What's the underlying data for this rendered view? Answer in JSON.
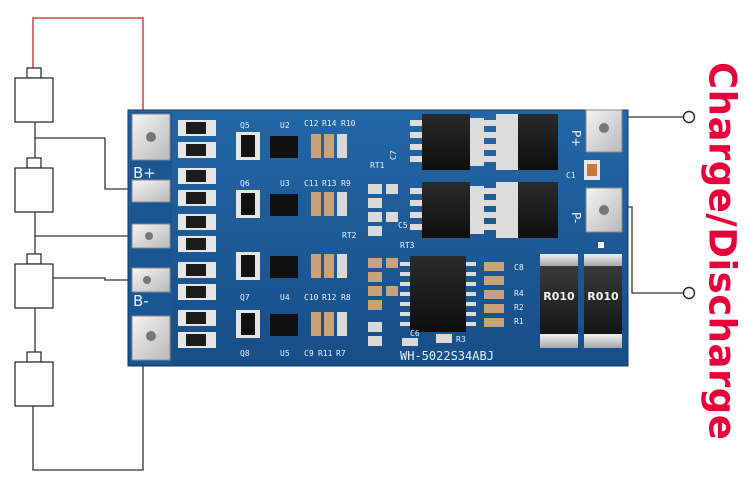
{
  "labels": {
    "side_title": "Charge/Discharge",
    "b_plus": "B+",
    "b_minus": "B-",
    "p_plus": "P+",
    "p_minus": "P-",
    "board_model": "WH-5022S34ABJ",
    "resistor_code_1": "R010",
    "resistor_code_2": "R010"
  },
  "silkscreen": {
    "q5": "Q5",
    "u2": "U2",
    "c12": "C12",
    "r14": "R14",
    "r10": "R10",
    "q6": "Q6",
    "u3": "U3",
    "c11": "C11",
    "r13": "R13",
    "r9": "R9",
    "q7": "Q7",
    "u4": "U4",
    "c10": "C10",
    "r12": "R12",
    "r8": "R8",
    "q8": "Q8",
    "u5": "U5",
    "c9": "C9",
    "r11": "R11",
    "r7": "R7",
    "rt1": "RT1",
    "rt2": "RT2",
    "rt3": "RT3",
    "c7": "C7",
    "c6": "C6",
    "r3": "R3",
    "r4": "R4",
    "r2": "R2",
    "r1": "R1",
    "c8": "C8",
    "c1": "C1",
    "c5": "C5"
  },
  "colors": {
    "title_red": "#e8003a",
    "board_blue": "#1b5a96",
    "wire_red": "#cc2222",
    "wire_dark": "#333333"
  }
}
